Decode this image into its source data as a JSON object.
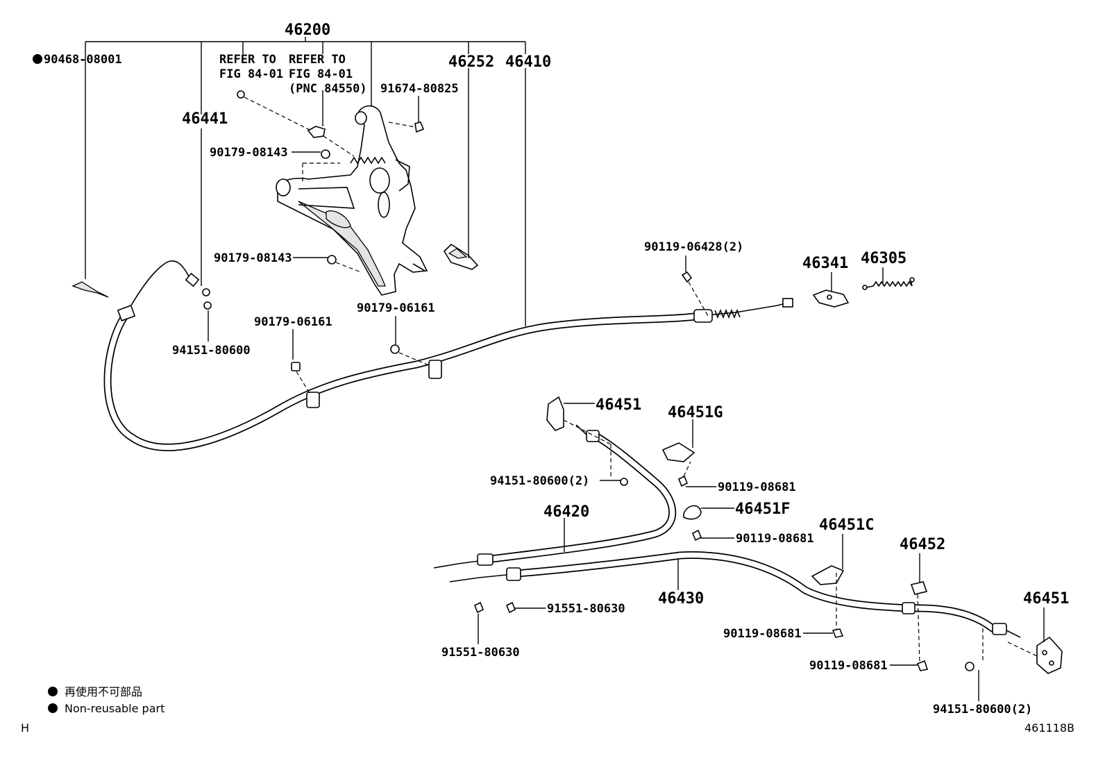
{
  "diagram": {
    "labels": {
      "p46200": "46200",
      "p90468": "90468-08001",
      "refer1_a": "REFER TO",
      "refer1_b": "FIG 84-01",
      "refer2_a": "REFER TO",
      "refer2_b": "FIG 84-01",
      "refer2_c": "(PNC 84550)",
      "p46252": "46252",
      "p46410": "46410",
      "p91674": "91674-80825",
      "p46441": "46441",
      "p90179a": "90179-08143",
      "p90179b": "90179-08143",
      "p90119a": "90119-06428(2)",
      "p46341": "46341",
      "p46305": "46305",
      "p90179c": "90179-06161",
      "p90179d": "90179-06161",
      "p94151a": "94151-80600",
      "p46451a": "46451",
      "p46451g": "46451G",
      "p94151b": "94151-80600(2)",
      "p90119b": "90119-08681",
      "p46451f": "46451F",
      "p46420": "46420",
      "p90119c": "90119-08681",
      "p46451c": "46451C",
      "p46452": "46452",
      "p46451b": "46451",
      "p91551a": "91551-80630",
      "p46430": "46430",
      "p90119d": "90119-08681",
      "p90119e": "90119-08681",
      "p91551b": "91551-80630",
      "p94151c": "94151-80600(2)"
    },
    "legend": {
      "jp": "再使用不可部品",
      "en": "Non-reusable part"
    },
    "corner_left": "H",
    "figure_code": "461118B"
  }
}
